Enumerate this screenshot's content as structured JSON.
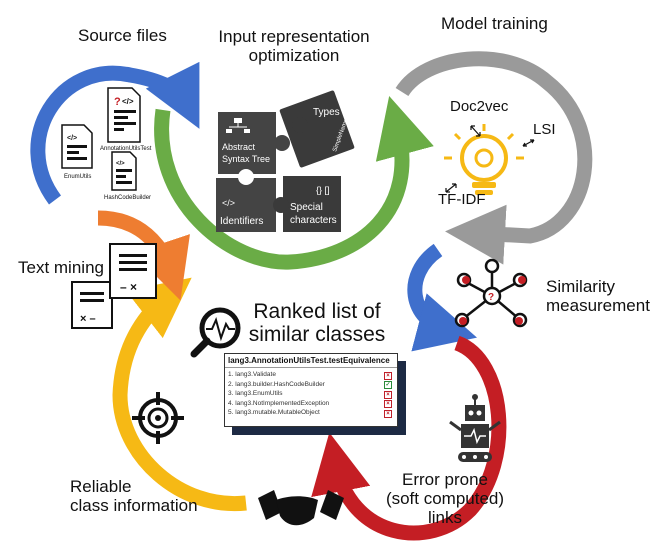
{
  "stages": {
    "source_files": "Source files",
    "input_rep": [
      "Input representation",
      "optimization"
    ],
    "model_training": "Model training",
    "similarity": [
      "Similarity",
      "measurement"
    ],
    "error_prone": [
      "Error prone",
      "(soft computed)",
      "links"
    ],
    "reliable": [
      "Reliable",
      "class information"
    ],
    "text_mining": "Text mining",
    "ranked": [
      "Ranked list of",
      "similar classes"
    ]
  },
  "source_file_names": [
    "AnnotationUtilsTest",
    "EnumUtils",
    "HashCodeBuilder"
  ],
  "puzzle_pieces": {
    "ast": [
      "Abstract",
      "Syntax Tree"
    ],
    "types": "Types",
    "simple_name": "SimpleName",
    "identifiers": "Identifiers",
    "special": [
      "Special",
      "characters"
    ]
  },
  "models": {
    "doc2vec": "Doc2vec",
    "lsi": "LSI",
    "tfidf": "TF-IDF"
  },
  "ranked_card": {
    "title": "lang3.AnnotationUtilsTest.testEquivalence",
    "items": [
      "1. lang3.Validate",
      "2. lang3.builder.HashCodeBuilder",
      "3. lang3.EnumUtils",
      "4. lang3.NotImplementedException",
      "5. lang3.mutable.MutableObject"
    ]
  },
  "colors": {
    "source": "#3f6fcc",
    "input": "#6aac46",
    "model": "#9a9a9a",
    "similarity": "#3f6fcc",
    "error": "#c41e24",
    "reliable": "#f6b915",
    "text_mining": "#ee7d31",
    "icon": "#1a1a1a"
  }
}
